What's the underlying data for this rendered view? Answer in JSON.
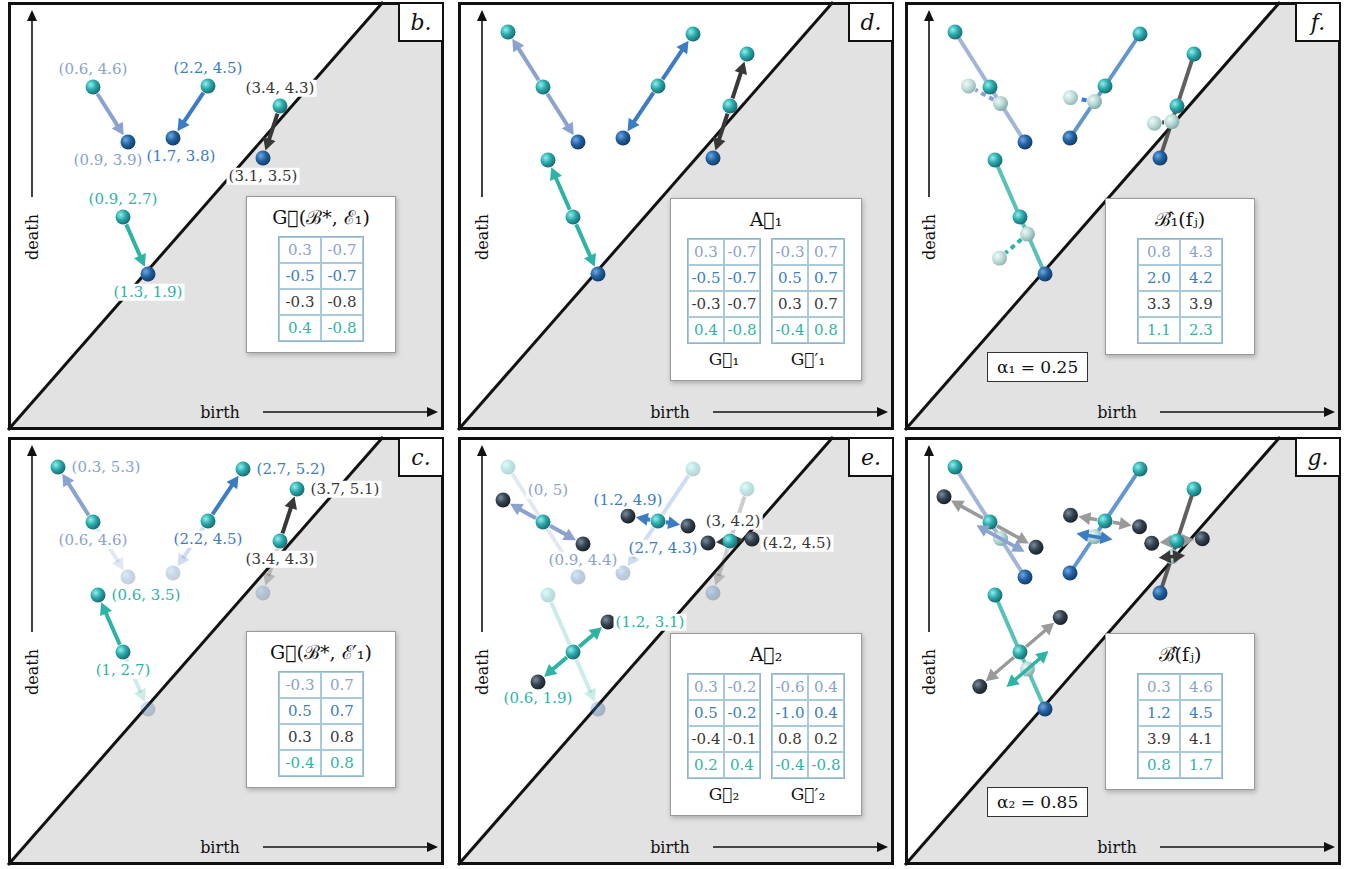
{
  "diagram": {
    "nodes": [
      {
        "text": [
          "b."
        ]
      },
      {
        "text": [
          "G⃗(ℬ*, ℰ₁)"
        ]
      },
      {
        "text": [
          "d."
        ]
      },
      {
        "text": [
          "A⃡₁",
          "G⃗₁",
          "G⃗′₁"
        ]
      },
      {
        "text": [
          "f."
        ]
      },
      {
        "text": [
          "α₁ = 0.25"
        ]
      },
      {
        "text": [
          "ℬ̂₁(fⱼ)"
        ]
      },
      {
        "text": [
          "c."
        ]
      },
      {
        "text": [
          "G⃗(ℬ*, ℰ′₁)"
        ]
      },
      {
        "text": [
          "e."
        ]
      },
      {
        "text": [
          "A⃡₂",
          "G⃗₂",
          "G⃗′₂"
        ]
      },
      {
        "text": [
          "g."
        ]
      },
      {
        "text": [
          "α₂ = 0.85"
        ]
      },
      {
        "text": [
          "ℬ̂(fⱼ)"
        ]
      }
    ],
    "labels": [
      "death",
      "birth",
      "(0.6, 4.6)",
      "(0.9, 3.9)",
      "(2.2, 4.5)",
      "(1.7, 3.8)",
      "(3.4, 4.3)",
      "(3.1, 3.5)",
      "(0.9, 2.7)",
      "(1.3, 1.9)",
      "0.3",
      "-0.7",
      "-0.5",
      "-0.7",
      "-0.3",
      "-0.8",
      "0.4",
      "-0.8",
      "death",
      "birth",
      "0.3",
      "-0.7",
      "-0.5",
      "-0.7",
      "-0.3",
      "-0.7",
      "0.4",
      "-0.8",
      "-0.3",
      "0.7",
      "0.5",
      "0.7",
      "0.3",
      "0.7",
      "-0.4",
      "0.8",
      "death",
      "birth",
      "0.8",
      "4.3",
      "2.0",
      "4.2",
      "3.3",
      "3.9",
      "1.1",
      "2.3",
      "death",
      "birth",
      "(0.3, 5.3)",
      "(0.6, 4.6)",
      "(2.7, 5.2)",
      "(2.2, 4.5)",
      "(3.7, 5.1)",
      "(3.4, 4.3)",
      "(0.6, 3.5)",
      "(1, 2.7)",
      "-0.3",
      "0.7",
      "0.5",
      "0.7",
      "0.3",
      "0.8",
      "-0.4",
      "0.8",
      "death",
      "birth",
      "(0, 5)",
      "(0.9, 4.4)",
      "(1.2, 4.9)",
      "(2.7, 4.3)",
      "(3, 4.2)",
      "(4.2, 4.5)",
      "(1.2, 3.1)",
      "(0.6, 1.9)",
      "0.3",
      "-0.2",
      "0.5",
      "-0.2",
      "-0.4",
      "-0.1",
      "0.2",
      "0.4",
      "-0.6",
      "0.4",
      "-1.0",
      "0.4",
      "0.8",
      "0.2",
      "-0.4",
      "-0.8",
      "death",
      "birth",
      "0.3",
      "4.6",
      "1.2",
      "4.5",
      "3.9",
      "4.1",
      "0.8",
      "1.7"
    ]
  }
}
